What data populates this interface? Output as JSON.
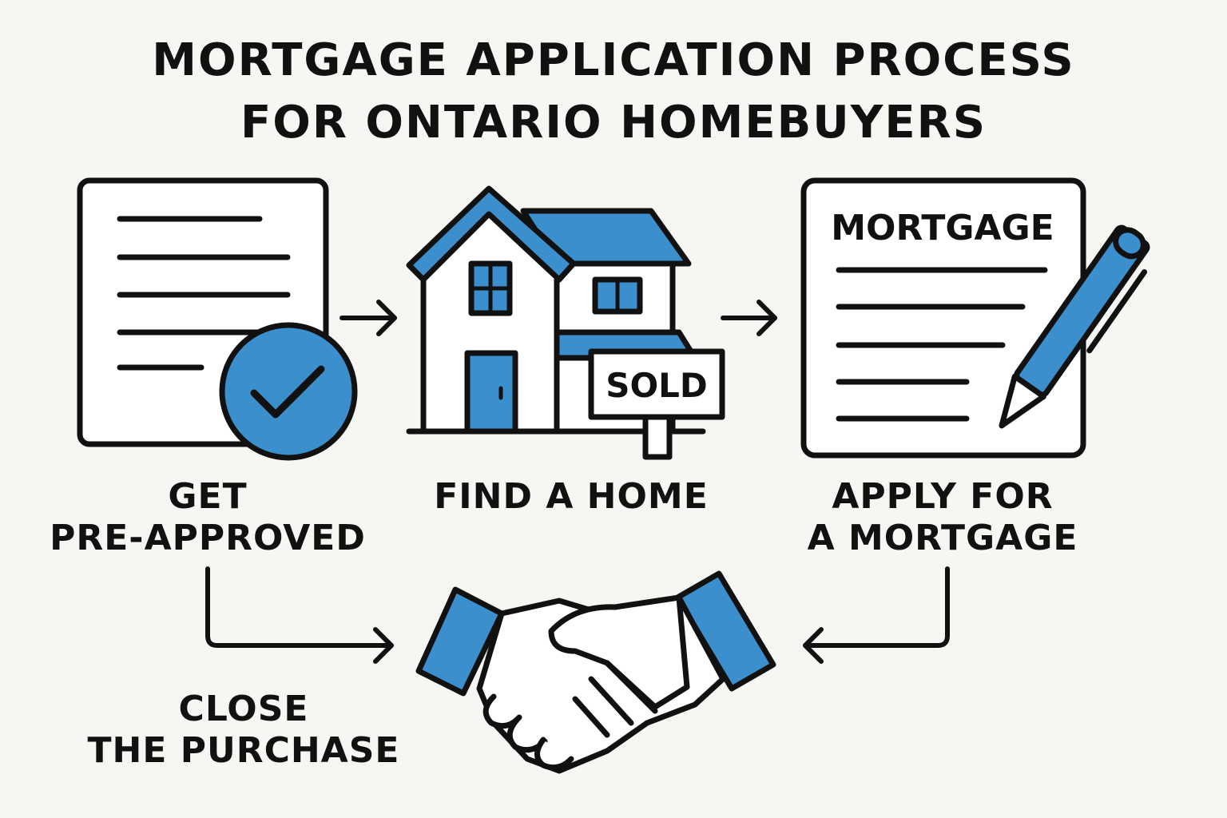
{
  "title": {
    "line1": "MORTGAGE APPLICATION PROCESS",
    "line2": "FOR ONTARIO HOMEBUYERS"
  },
  "steps": [
    {
      "line1": "GET",
      "line2": "PRE-APPROVED",
      "icon": "approved-document-icon"
    },
    {
      "line1": "FIND A HOME",
      "line2": "",
      "icon": "house-icon"
    },
    {
      "line1": "APPLY FOR",
      "line2": "A MORTGAGE",
      "icon": "mortgage-form-icon"
    },
    {
      "line1": "CLOSE",
      "line2": "THE PURCHASE",
      "icon": "handshake-icon"
    }
  ],
  "sign_text": "SOLD",
  "form_heading": "MORTGAGE",
  "colors": {
    "accent": "#3a8fcc",
    "stroke": "#111111",
    "background": "#f7f6f2"
  }
}
